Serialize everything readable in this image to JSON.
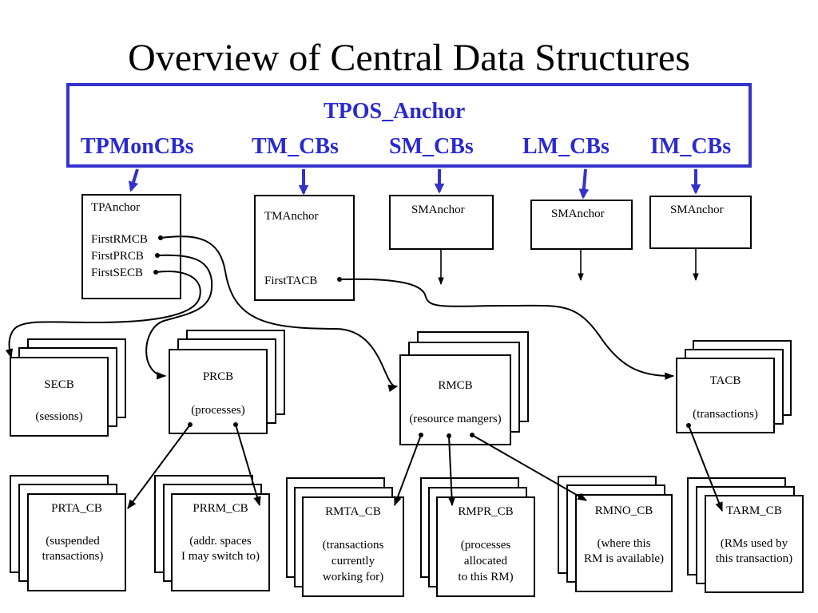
{
  "title": "Overview of Central Data Structures",
  "anchor": {
    "name": "TPOS_Anchor",
    "fields": [
      "TPMonCBs",
      "TM_CBs",
      "SM_CBs",
      "LM_CBs",
      "IM_CBs"
    ]
  },
  "tp_anchor": {
    "name": "TPAnchor",
    "fields": [
      "FirstRMCB",
      "FirstPRCB",
      "FirstSECB"
    ]
  },
  "tm_anchor": {
    "name": "TMAnchor",
    "field": "FirstTACB"
  },
  "sm_anchor_1": "SMAnchor",
  "sm_anchor_2": "SMAnchor",
  "sm_anchor_3": "SMAnchor",
  "secb": {
    "name": "SECB",
    "desc": "(sessions)"
  },
  "prcb": {
    "name": "PRCB",
    "desc": "(processes)"
  },
  "rmcb": {
    "name": "RMCB",
    "desc": "(resource mangers)"
  },
  "tacb": {
    "name": "TACB",
    "desc": "(transactions)"
  },
  "prta": {
    "name": "PRTA_CB",
    "desc": [
      "(suspended",
      "transactions)"
    ]
  },
  "prrm": {
    "name": "PRRM_CB",
    "desc": [
      "(addr. spaces",
      "I may switch to)"
    ]
  },
  "rmta": {
    "name": "RMTA_CB",
    "desc": [
      "(transactions",
      "currently",
      "working for)"
    ]
  },
  "rmpr": {
    "name": "RMPR_CB",
    "desc": [
      "(processes",
      "allocated",
      "to this RM)"
    ]
  },
  "rmno": {
    "name": "RMNO_CB",
    "desc": [
      "(where this",
      "RM is available)"
    ]
  },
  "tarm": {
    "name": "TARM_CB",
    "desc": [
      "(RMs used by",
      "this transaction)"
    ]
  },
  "colors": {
    "anchor_blue": "#2a2ad0",
    "ink": "#000000"
  }
}
